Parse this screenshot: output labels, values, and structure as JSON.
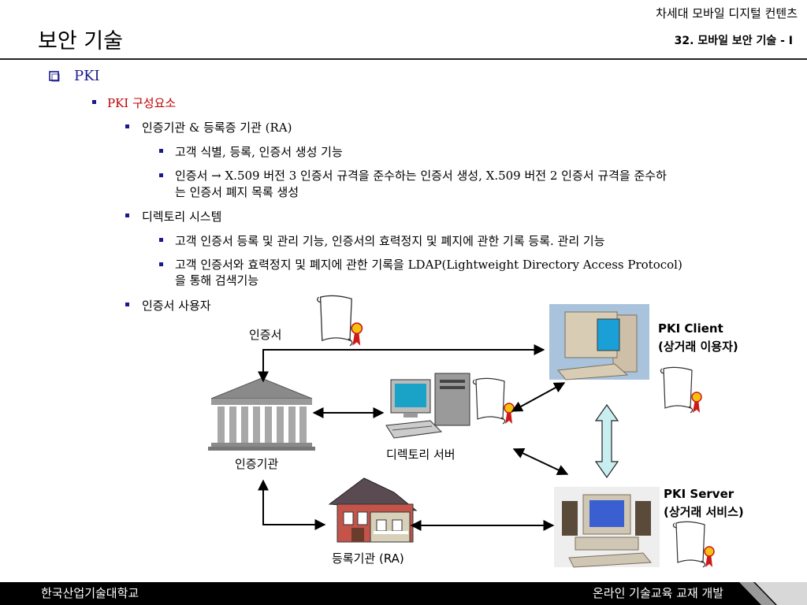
{
  "header": {
    "title": "보안 기술",
    "course": "차세대 모바일 디지털 컨텐츠",
    "lesson": "32. 모바일 보안 기술 - I"
  },
  "outline": {
    "l1": "PKI",
    "l2": "PKI 구성요소",
    "ca": "인증기관 & 등록증 기관 (RA)",
    "ca_1": "고객 식별, 등록, 인증서 생성 기능",
    "ca_2_line1": "인증서 → X.509 버전 3 인증서 규격을 준수하는 인증서 생성, X.509 버전 2 인증서 규격을 준수하",
    "ca_2_line2": "는 인증서 폐지 목록 생성",
    "dir": "디렉토리 시스템",
    "dir_1": "고객 인증서 등록 및 관리 기능, 인증서의 효력정지 및 폐지에 관한 기록 등록. 관리 기능",
    "dir_2_line1": "고객  인증서와 효력정지 및 폐지에 관한 기록을 LDAP(Lightweight Directory Access Protocol)",
    "dir_2_line2": "을 통해 검색기능",
    "user": "인증서 사용자"
  },
  "diagram": {
    "certificate": "인증서",
    "ca": "인증기관",
    "directory": "디렉토리 서버",
    "ra": "등록기관 (RA)",
    "client_title": "PKI Client",
    "client_sub": "(상거래 이용자)",
    "server_title": "PKI Server",
    "server_sub": "(상거래 서비스)"
  },
  "footer": {
    "left": "한국산업기술대학교",
    "right": "온라인 기술교육 교재 개발"
  },
  "colors": {
    "bullet": "#1a1a8c",
    "highlight": "#c00000",
    "arrow_fill": "#c9eef0"
  }
}
